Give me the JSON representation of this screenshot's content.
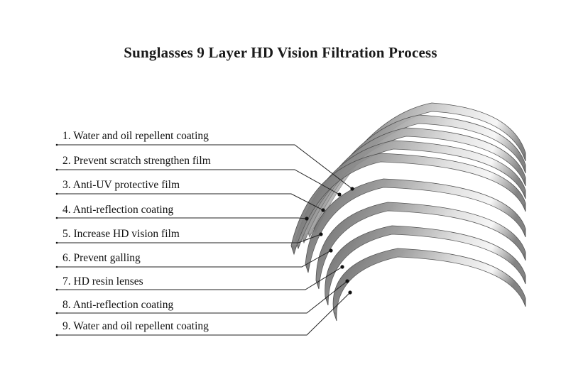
{
  "title": "Sunglasses 9 Layer HD Vision Filtration Process",
  "layers": [
    {
      "number": 1,
      "text": "1. Water and oil repellent coating"
    },
    {
      "number": 2,
      "text": "2. Prevent scratch strengthen film"
    },
    {
      "number": 3,
      "text": "3. Anti-UV protective film"
    },
    {
      "number": 4,
      "text": "4. Anti-reflection coating"
    },
    {
      "number": 5,
      "text": "5. Increase HD vision film"
    },
    {
      "number": 6,
      "text": "6. Prevent galling"
    },
    {
      "number": 7,
      "text": "7. HD resin lenses"
    },
    {
      "number": 8,
      "text": "8. Anti-reflection coating"
    },
    {
      "number": 9,
      "text": "9. Water and oil repellent coating"
    }
  ],
  "colors": {
    "lens_dark": "#3c3c3c",
    "lens_light": "#f4f4f4",
    "line": "#222222",
    "text": "#111111"
  }
}
